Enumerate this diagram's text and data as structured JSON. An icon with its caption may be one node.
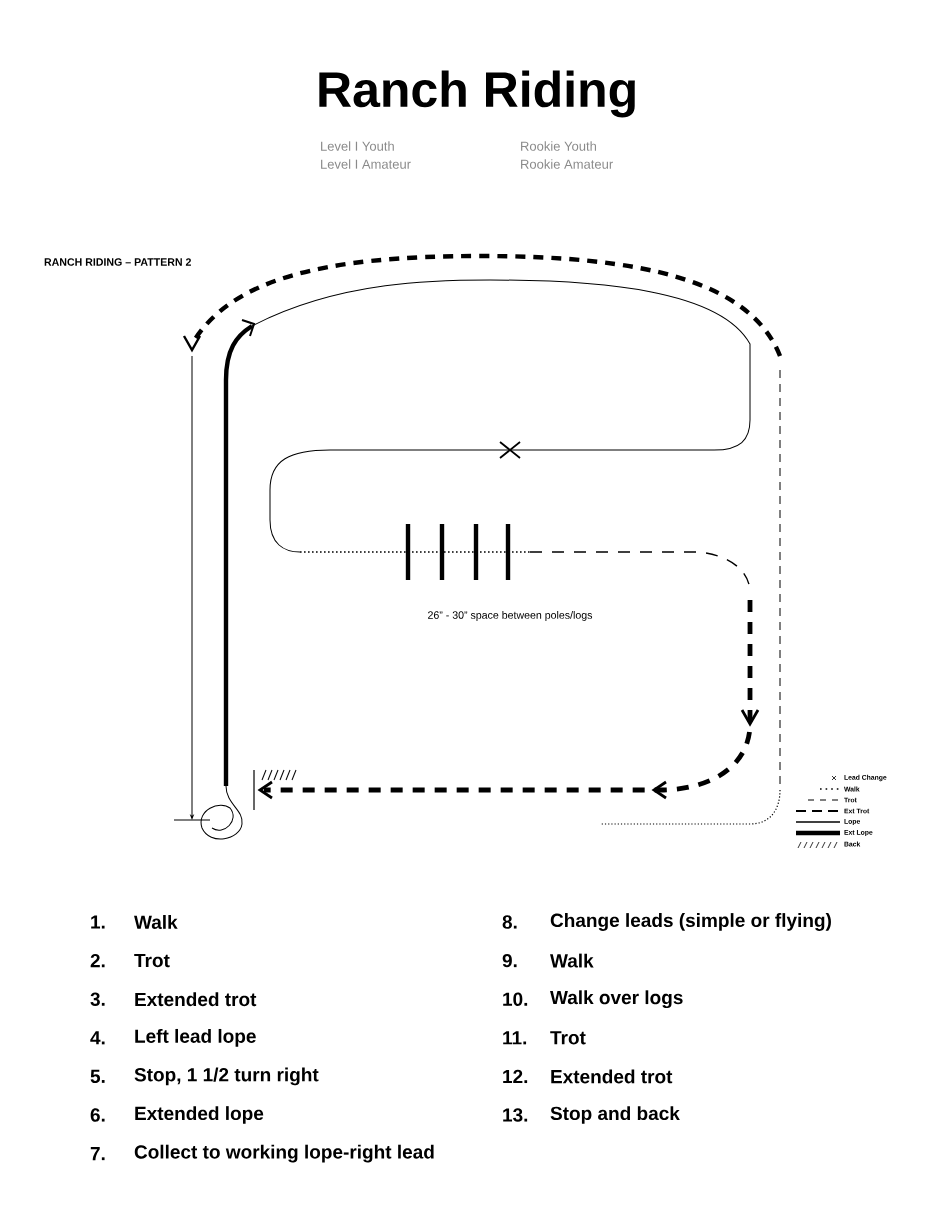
{
  "diagram": {
    "title": "Ranch Riding",
    "labels": [
      "Level I Youth",
      "Rookie Youth",
      "Level I Amateur",
      "Rookie Amateur",
      "RANCH RIDING – PATTERN 2",
      "26” - 30” space between poles/logs",
      "1.",
      "Walk",
      "8.",
      "Change leads (simple or flying)",
      "2.",
      "Trot",
      "9.",
      "Walk",
      "3.",
      "Extended trot",
      "10.",
      "Walk over logs",
      "4.",
      "Left lead lope",
      "11.",
      "Trot",
      "5.",
      "Stop, 1 1/2 turn right",
      "12.",
      "Extended trot",
      "6.",
      "Extended lope",
      "13.",
      "Stop and back",
      "7.",
      "Collect to working lope-right lead"
    ],
    "legend": [
      {
        "text": "Lead Change"
      },
      {
        "text": "Walk"
      },
      {
        "text": "Trot"
      },
      {
        "text": "Ext Trot"
      },
      {
        "text": "Lope"
      },
      {
        "text": "Ext Lope"
      },
      {
        "text": "Back"
      }
    ]
  }
}
